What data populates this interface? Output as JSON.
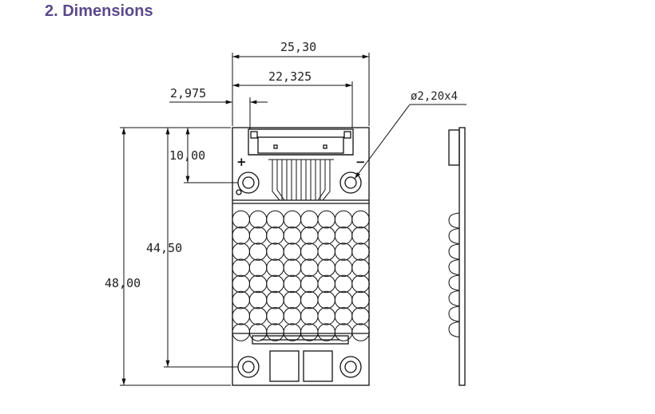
{
  "section": {
    "title": "2. Dimensions"
  },
  "dimensions": {
    "overall_width": "25,30",
    "connector_span": "22,325",
    "connector_offset": "2,975",
    "hole_spec": "ø2,20x4",
    "hole_height": "10,00",
    "hole_pitch_vertical": "44,50",
    "overall_height": "48,00"
  },
  "markings": {
    "plus": "+",
    "minus": "−"
  },
  "colors": {
    "heading": "#5b4a8a",
    "line": "#111111"
  }
}
